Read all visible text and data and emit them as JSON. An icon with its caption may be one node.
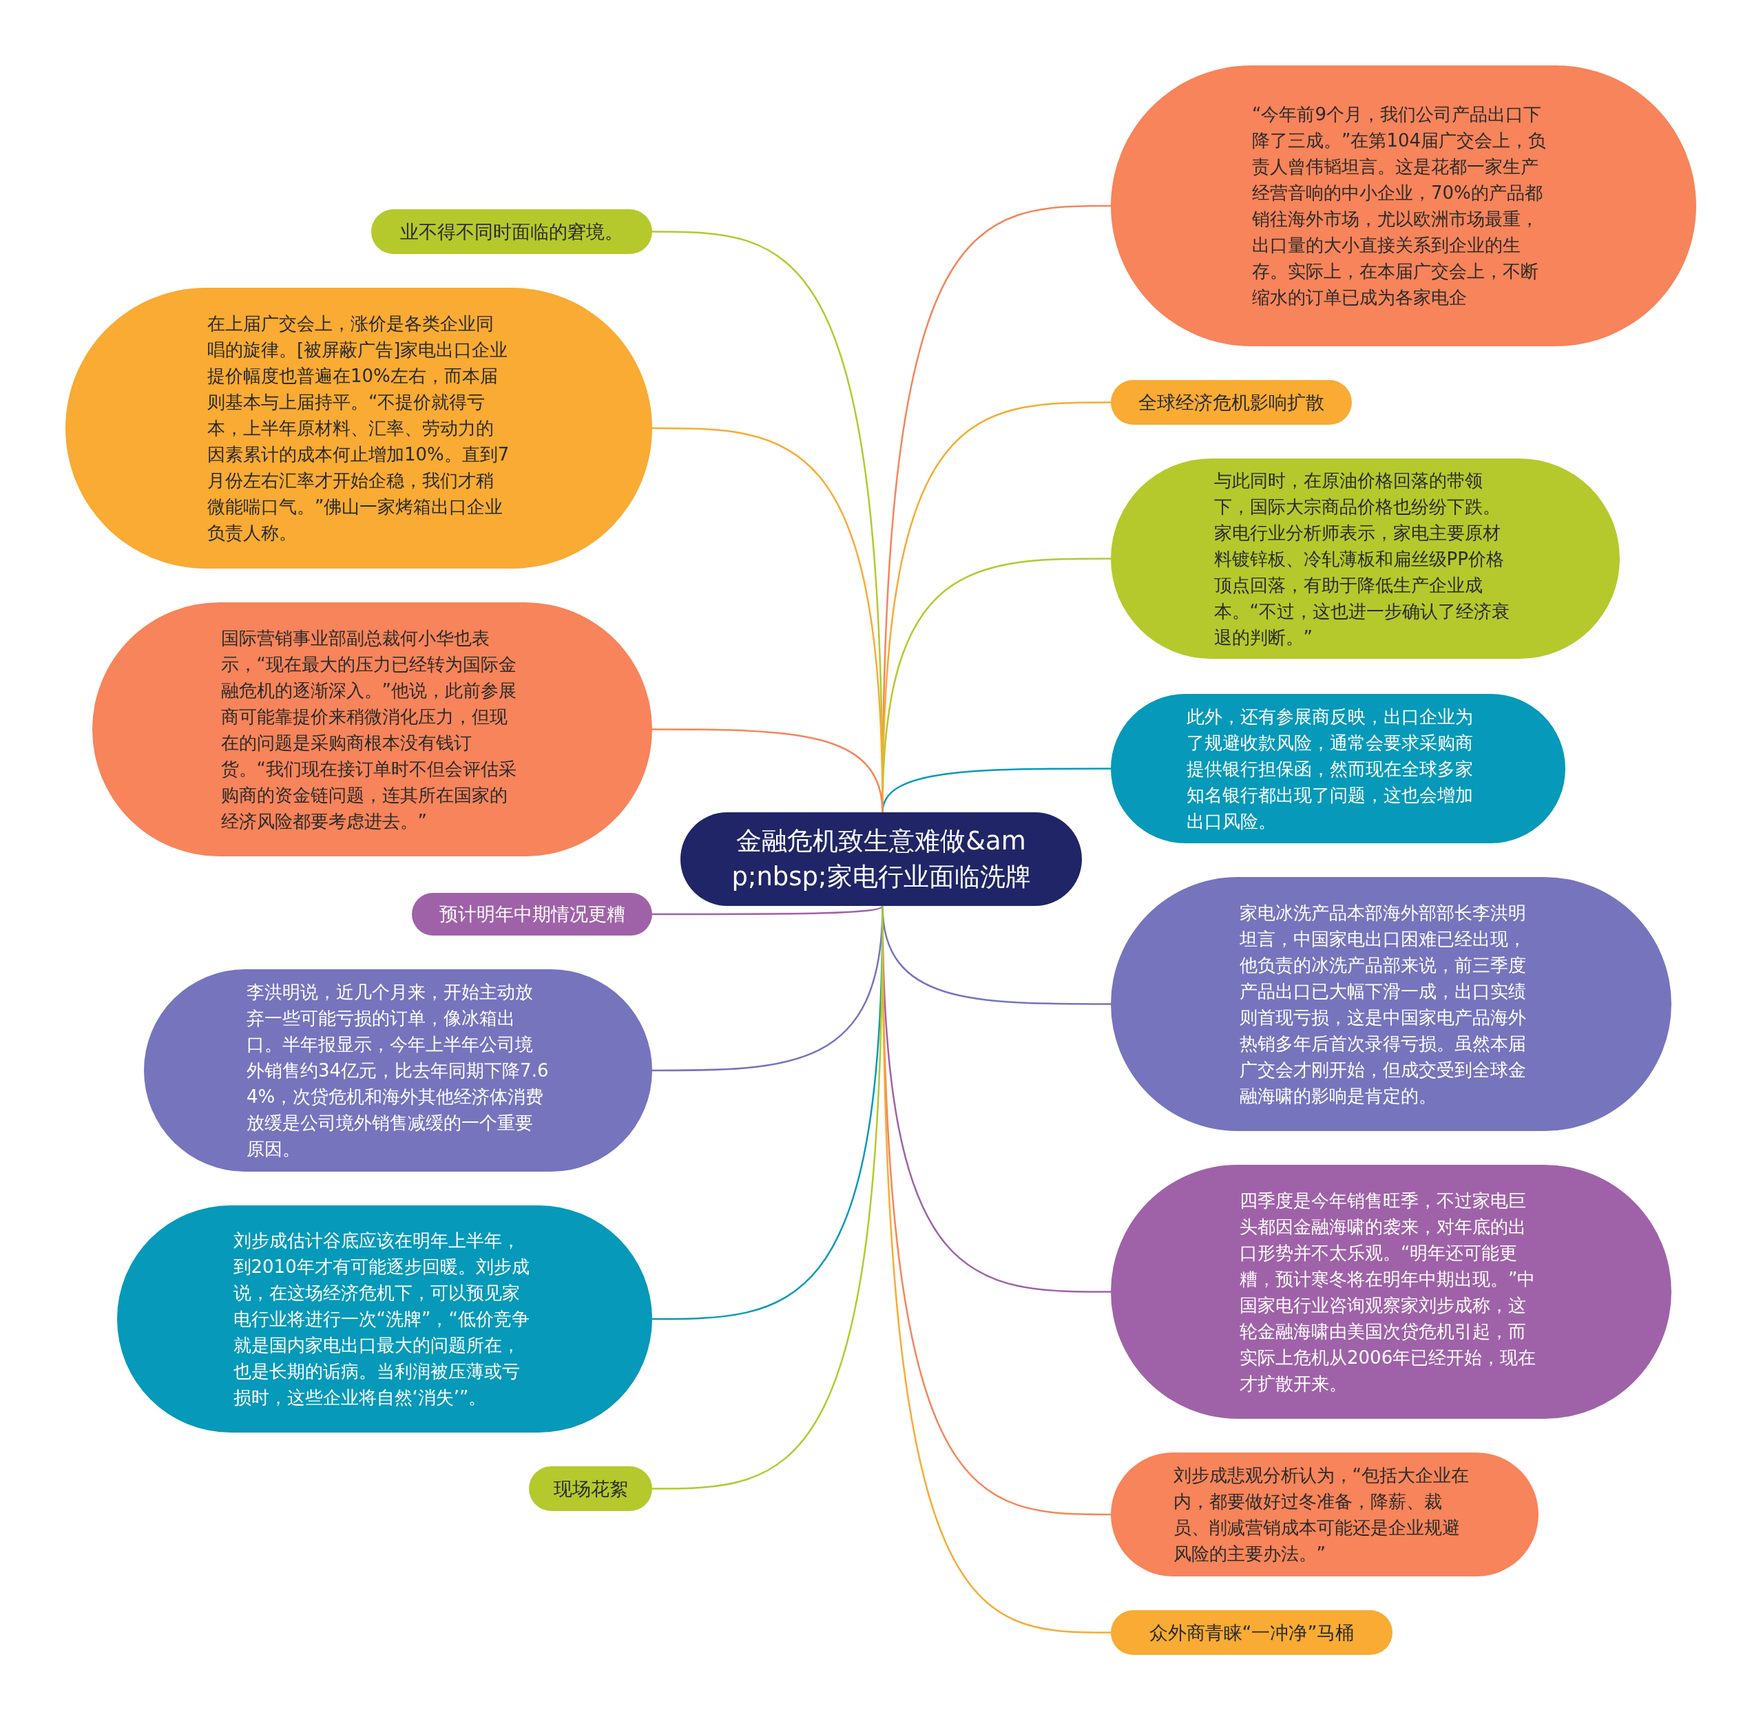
{
  "diagram": {
    "nodes": [
      {
        "text": [
          "金融危机致生意难做&amp;nbsp;家电行业面临洗牌"
        ]
      },
      {
        "text": [
          "“今年前9个月，我们公司产品出口下降了三成。”在第104届广交会上，负责人曾伟韬坦言。这是花都一家生产经营音响的中小企业，70%的产品都销往海外市场，尤以欧洲市场最重，出口量的大小直接关系到企业的生存。实际上，在本届广交会上，不断缩水的订单已成为各家电企"
        ]
      },
      {
        "text": [
          "全球经济危机影响扩散"
        ]
      },
      {
        "text": [
          "与此同时，在原油价格回落的带领下，国际大宗商品价格也纷纷下跌。家电行业分析师表示，家电主要原材料镀锌板、冷轧薄板和扁丝级PP价格顶点回落，有助于降低生产企业成本。“不过，这也进一步确认了经济衰退的判断。”"
        ]
      },
      {
        "text": [
          "此外，还有参展商反映，出口企业为了规避收款风险，通常会要求采购商提供银行担保函，然而现在全球多家知名银行都出现了问题，这也会增加出口风险。"
        ]
      },
      {
        "text": [
          "家电冰洗产品本部海外部部长李洪明坦言，中国家电出口困难已经出现，他负责的冰洗产品部来说，前三季度产品出口已大幅下滑一成，出口实绩则首现亏损，这是中国家电产品海外热销多年后首次录得亏损。虽然本届广交会才刚开始，但成交受到全球金融海啸的影响是肯定的。"
        ]
      },
      {
        "text": [
          "四季度是今年销售旺季，不过家电巨头都因金融海啸的袭来，对年底的出口形势并不太乐观。“明年还可能更糟，预计寒冬将在明年中期出现。”中国家电行业咨询观察家刘步成称，这轮金融海啸由美国次贷危机引起，而实际上危机从2006年已经开始，现在才扩散开来。"
        ]
      },
      {
        "text": [
          "刘步成悲观分析认为，“包括大企业在内，都要做好过冬准备，降薪、裁员、削减营销成本可能还是企业规避风险的主要办法。”"
        ]
      },
      {
        "text": [
          "众外商青睐“一冲净”马桶"
        ]
      },
      {
        "text": [
          "业不得不同时面临的窘境。"
        ]
      },
      {
        "text": [
          "在上届广交会上，涨价是各类企业同唱的旋律。[被屏蔽广告]家电出口企业提价幅度也普遍在10%左右，而本届则基本与上届持平。“不提价就得亏本，上半年原材料、汇率、劳动力的因素累计的成本何止增加10%。直到7月份左右汇率才开始企稳，我们才稍微能喘口气。”佛山一家烤箱出口企业负责人称。"
        ]
      },
      {
        "text": [
          "国际营销事业部副总裁何小华也表示，“现在最大的压力已经转为国际金融危机的逐渐深入。”他说，此前参展商可能靠提价来稍微消化压力，但现在的问题是采购商根本没有钱订货。“我们现在接订单时不但会评估采购商的资金链问题，连其所在国家的经济风险都要考虑进去。”"
        ]
      },
      {
        "text": [
          "预计明年中期情况更糟"
        ]
      },
      {
        "text": [
          "李洪明说，近几个月来，开始主动放弃一些可能亏损的订单，像冰箱出口。半年报显示，今年上半年公司境外销售约34亿元，比去年同期下降7.64%，次贷危机和海外其他经济体消费放缓是公司境外销售减缓的一个重要原因。"
        ]
      },
      {
        "text": [
          "刘步成估计谷底应该在明年上半年，到2010年才有可能逐步回暖。刘步成说，在这场经济危机下，可以预见家电行业将进行一次“洗牌”，“低价竞争就是国内家电出口最大的问题所在，也是长期的诟病。当利润被压薄或亏损时，这些企业将自然‘消失’”。"
        ]
      },
      {
        "text": [
          "现场花絮"
        ]
      }
    ],
    "edges": [
      {
        "from": 0,
        "to": 1,
        "arrow": "none",
        "color": "#f7845a"
      },
      {
        "from": 0,
        "to": 2,
        "arrow": "none",
        "color": "#f9ab33"
      },
      {
        "from": 0,
        "to": 3,
        "arrow": "none",
        "color": "#b5c92c"
      },
      {
        "from": 0,
        "to": 4,
        "arrow": "none",
        "color": "#0699b9"
      },
      {
        "from": 0,
        "to": 5,
        "arrow": "none",
        "color": "#7674bd"
      },
      {
        "from": 0,
        "to": 6,
        "arrow": "none",
        "color": "#9f62a8"
      },
      {
        "from": 0,
        "to": 7,
        "arrow": "none",
        "color": "#f7845a"
      },
      {
        "from": 0,
        "to": 8,
        "arrow": "none",
        "color": "#f9ab33"
      },
      {
        "from": 0,
        "to": 9,
        "arrow": "none",
        "color": "#b5c92c"
      },
      {
        "from": 0,
        "to": 10,
        "arrow": "none",
        "color": "#f9ab33"
      },
      {
        "from": 0,
        "to": 11,
        "arrow": "none",
        "color": "#f7845a"
      },
      {
        "from": 0,
        "to": 12,
        "arrow": "none",
        "color": "#9f62a8"
      },
      {
        "from": 0,
        "to": 13,
        "arrow": "none",
        "color": "#7674bd"
      },
      {
        "from": 0,
        "to": 14,
        "arrow": "none",
        "color": "#0699b9"
      },
      {
        "from": 0,
        "to": 15,
        "arrow": "none",
        "color": "#b5c92c"
      }
    ]
  }
}
